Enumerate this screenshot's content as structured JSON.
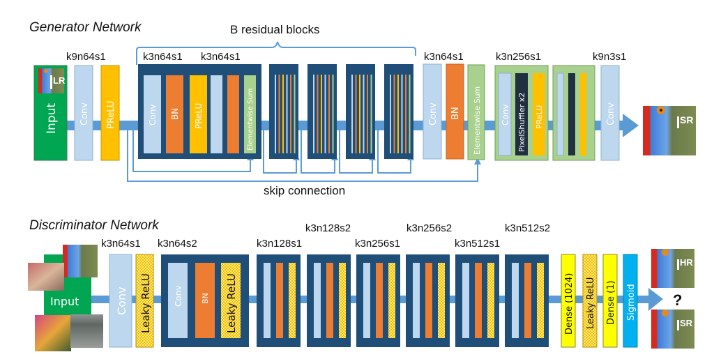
{
  "generator": {
    "title": "Generator Network",
    "residual_label": "B residual blocks",
    "skip_label": "skip connection",
    "specs": {
      "first_conv": "k9n64s1",
      "res_conv1": "k3n64s1",
      "res_conv2": "k3n64s1",
      "post_conv": "k3n64s1",
      "upsample_conv": "k3n256s1",
      "final_conv": "k9n3s1"
    },
    "layers": {
      "input": "Input",
      "input_image_label": "I",
      "input_image_sup": "LR",
      "conv": "Conv",
      "prelu": "PReLU",
      "bn": "BN",
      "elementwise_sum": "Elementwise Sum",
      "pixel_shuffler": "PixelShuffler x2",
      "output_image_label": "I",
      "output_image_sup": "SR"
    }
  },
  "discriminator": {
    "title": "Discriminator Network",
    "specs": [
      "k3n64s1",
      "k3n64s2",
      "k3n128s1",
      "k3n128s2",
      "k3n256s1",
      "k3n256s2",
      "k3n512s1",
      "k3n512s2"
    ],
    "layers": {
      "input": "Input",
      "conv": "Conv",
      "leaky_relu": "Leaky ReLU",
      "bn": "BN",
      "dense_1024": "Dense (1024)",
      "dense_1": "Dense (1)",
      "sigmoid": "Sigmoid",
      "hr_label": "I",
      "hr_sup": "HR",
      "sr_label": "I",
      "sr_sup": "SR",
      "question": "?"
    }
  },
  "colors": {
    "input_green": "#00a651",
    "conv_light_blue": "#bdd7ee",
    "prelu_yellow": "#ffc000",
    "bn_orange": "#ed7d31",
    "block_navy": "#1f4e79",
    "sum_green": "#a9d18e",
    "arrow_blue": "#5b9bd5",
    "dense_yellow": "#ffff00",
    "sigmoid_blue": "#00b0f0"
  }
}
